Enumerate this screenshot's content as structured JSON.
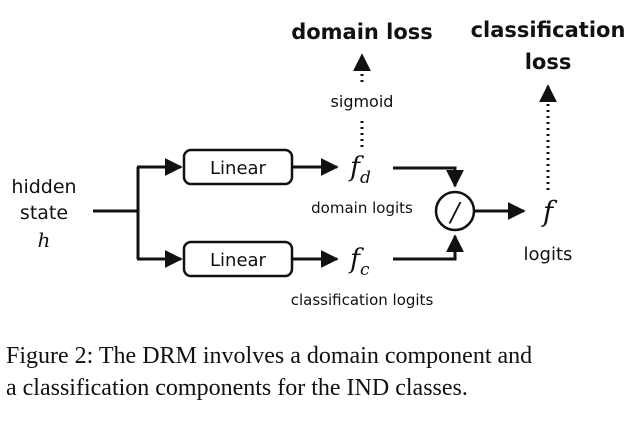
{
  "diagram": {
    "input_label_lines": [
      "hidden",
      "state"
    ],
    "input_symbol": "h",
    "linear_top_label": "Linear",
    "linear_bottom_label": "Linear",
    "fd_symbol": "f",
    "fd_subscript": "d",
    "fc_symbol": "f",
    "fc_subscript": "c",
    "domain_logits_label": "domain logits",
    "classification_logits_label": "classification logits",
    "divide_symbol": "/",
    "f_symbol": "f",
    "logits_label": "logits",
    "sigmoid_label": "sigmoid",
    "domain_loss_label": "domain loss",
    "classification_loss_lines": [
      "classification",
      "loss"
    ]
  },
  "caption": {
    "lines": [
      "Figure 2: The DRM involves a domain component and",
      "a classification components for the IND classes."
    ]
  }
}
